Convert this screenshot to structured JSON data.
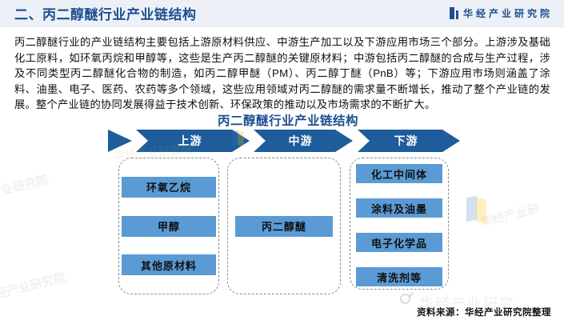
{
  "header": {
    "title": "二、丙二醇醚行业产业链结构",
    "logo_text": "华经产业研究院"
  },
  "intro_paragraph": "丙二醇醚行业的产业链结构主要包括上游原材料供应、中游生产加工以及下游应用市场三个部分。上游涉及基础化工原料，如环氧丙烷和甲醇等，这些是生产丙二醇醚的关键原材料；中游包括丙二醇醚的合成与生产过程，涉及不同类型丙二醇醚化合物的制造，如丙二醇甲醚（PM）、丙二醇丁醚（PnB）等；下游应用市场则涵盖了涂料、油墨、电子、医药、农药等多个领域，这些应用领域对丙二醇醚的需求量不断增长，推动了整个产业链的发展。整个产业链的协同发展得益于技术创新、环保政策的推动以及市场需求的不断扩大。",
  "diagram": {
    "title": "丙二醇醚行业产业链结构",
    "stages": [
      {
        "label": "上游",
        "items": [
          "环氧乙烷",
          "甲醇",
          "其他原材料"
        ]
      },
      {
        "label": "中游",
        "items": [
          "丙二醇醚"
        ]
      },
      {
        "label": "下游",
        "items": [
          "化工中间体",
          "涂料及油墨",
          "电子化学品",
          "清洗剂等"
        ]
      }
    ]
  },
  "footer": {
    "source": "资料来源：华经产业研究院整理"
  },
  "watermarks": {
    "left_mid": "产业研究院",
    "left_bottom": "华经产业研究院",
    "right_mid": "华经产业研",
    "paragraph_area": "华经产业研",
    "diagram_area": "华经产业研究院",
    "bottom_big": "华经产业研究"
  },
  "colors": {
    "dark_blue": "#1e5c9b",
    "title_blue": "#1d4f91",
    "node_blue": "#5b9bd5",
    "band_bg": "#edf1f7"
  }
}
